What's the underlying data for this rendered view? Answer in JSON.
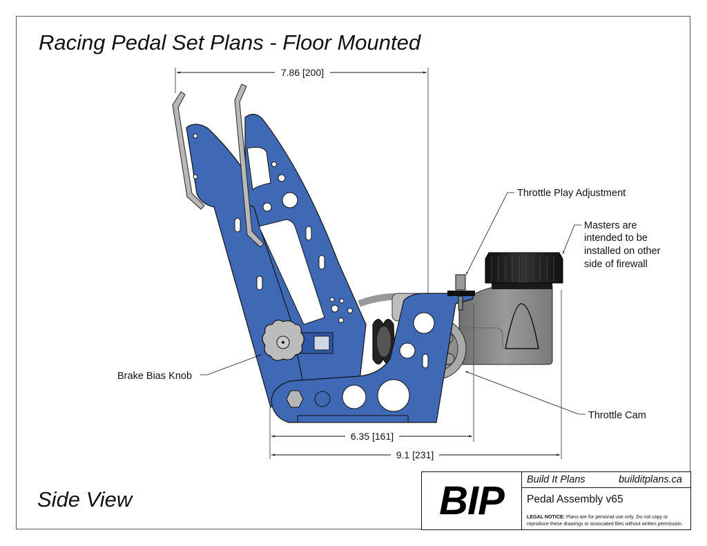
{
  "title": "Racing Pedal Set Plans - Floor Mounted",
  "view_label": "Side View",
  "dimensions": {
    "top_width": "7.86 [200]",
    "base_width": "6.35 [161]",
    "overall_width": "9.1 [231]"
  },
  "callouts": {
    "throttle_play": "Throttle Play Adjustment",
    "masters": [
      "Masters are",
      "intended to be",
      "installed on other",
      "side of firewall"
    ],
    "brake_bias": "Brake Bias Knob",
    "throttle_cam": "Throttle Cam"
  },
  "title_block": {
    "logo": "BIP",
    "company": "Build It Plans",
    "website": "builditplans.ca",
    "project": "Pedal Assembly v65",
    "legal_label": "LEGAL NOTICE:",
    "legal_text": "Plans are for personal use only. Do not copy or reproduce these drawings or associated files without written permission."
  },
  "colors": {
    "pedal_blue": "#3f68b5",
    "reservoir_gray": "#8a8a8a",
    "cap_black": "#1a1a1a",
    "pad_gray": "#b8b8b8"
  }
}
